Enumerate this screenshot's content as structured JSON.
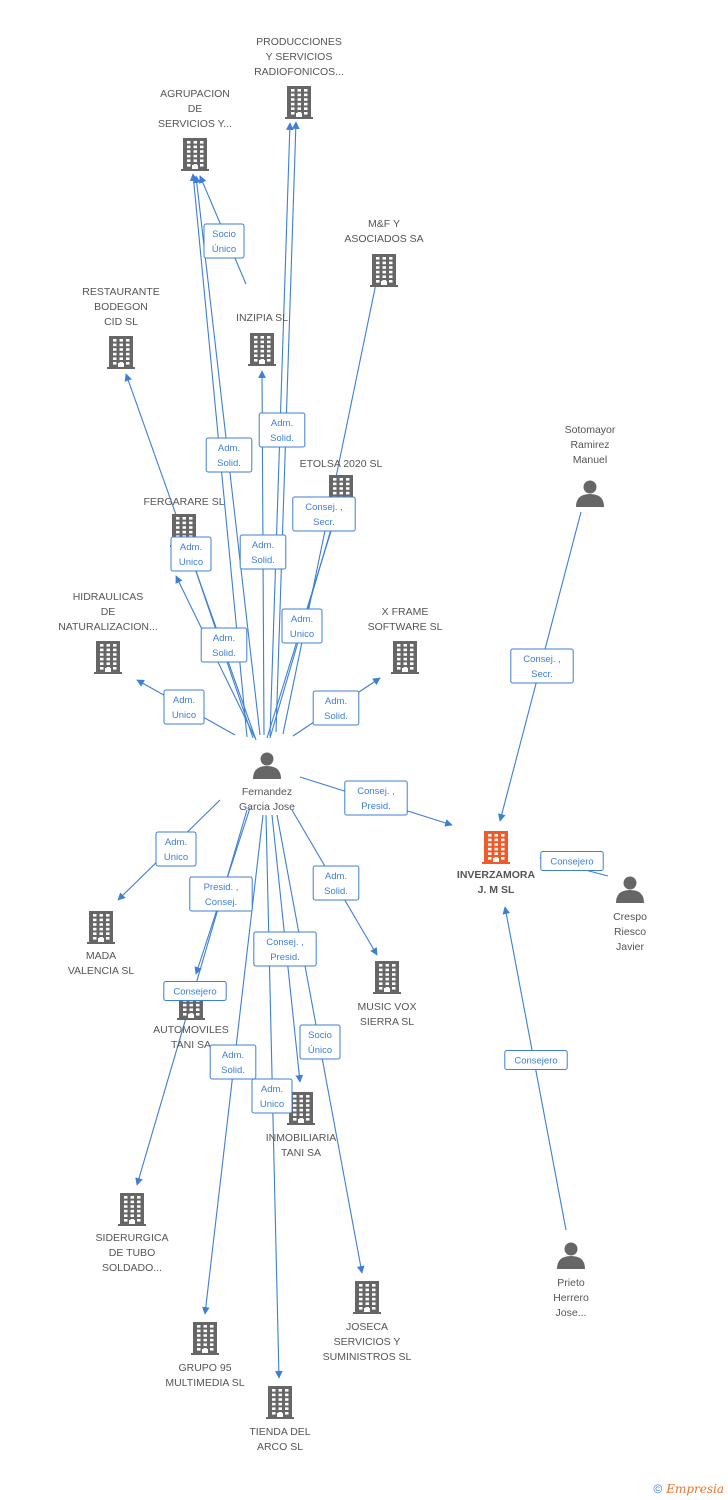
{
  "colors": {
    "edge": "#3d7fd4",
    "company": "#666666",
    "focus_company": "#f05a28",
    "person": "#666666",
    "text": "#555555"
  },
  "nodes": [
    {
      "id": "producciones",
      "type": "company",
      "lines": [
        "PRODUCCIONES",
        "Y SERVICIOS",
        "RADIOFONICOS..."
      ]
    },
    {
      "id": "agrupacion",
      "type": "company",
      "lines": [
        "AGRUPACION",
        "DE",
        "SERVICIOS Y..."
      ]
    },
    {
      "id": "mf",
      "type": "company",
      "lines": [
        "M&F Y",
        "ASOCIADOS SA"
      ]
    },
    {
      "id": "restaurante",
      "type": "company",
      "lines": [
        "RESTAURANTE",
        "BODEGON",
        "CID SL"
      ]
    },
    {
      "id": "inzipia",
      "type": "company",
      "lines": [
        "INZIPIA SL"
      ]
    },
    {
      "id": "etolsa",
      "type": "company",
      "lines": [
        "ETOLSA 2020 SL"
      ]
    },
    {
      "id": "fergarare",
      "type": "company",
      "lines": [
        "FERGARARE SL"
      ]
    },
    {
      "id": "hidraulicas",
      "type": "company",
      "lines": [
        "HIDRAULICAS",
        "DE",
        "NATURALIZACION..."
      ]
    },
    {
      "id": "xframe",
      "type": "company",
      "lines": [
        "X FRAME",
        "SOFTWARE SL"
      ]
    },
    {
      "id": "sotomayor",
      "type": "person",
      "lines": [
        "Sotomayor",
        "Ramirez",
        "Manuel"
      ]
    },
    {
      "id": "fernandez",
      "type": "person",
      "lines": [
        "Fernandez",
        "Garcia Jose"
      ]
    },
    {
      "id": "inverzamora",
      "type": "focus",
      "lines": [
        "INVERZAMORA",
        "J. M SL"
      ]
    },
    {
      "id": "crespo",
      "type": "person",
      "lines": [
        "Crespo",
        "Riesco",
        "Javier"
      ]
    },
    {
      "id": "mada",
      "type": "company",
      "lines": [
        "MADA",
        "VALENCIA SL"
      ]
    },
    {
      "id": "musicvox",
      "type": "company",
      "lines": [
        "MUSIC VOX",
        "SIERRA  SL"
      ]
    },
    {
      "id": "automoviles",
      "type": "company",
      "lines": [
        "AUTOMOVILES",
        "TANI SA"
      ]
    },
    {
      "id": "inmobiliaria",
      "type": "company",
      "lines": [
        "INMOBILIARIA",
        "TANI SA"
      ]
    },
    {
      "id": "siderurgica",
      "type": "company",
      "lines": [
        "SIDERURGICA",
        "DE TUBO",
        "SOLDADO..."
      ]
    },
    {
      "id": "prieto",
      "type": "person",
      "lines": [
        "Prieto",
        "Herrero",
        "Jose..."
      ]
    },
    {
      "id": "joseca",
      "type": "company",
      "lines": [
        "JOSECA",
        "SERVICIOS Y",
        "SUMINISTROS SL"
      ]
    },
    {
      "id": "grupo95",
      "type": "company",
      "lines": [
        "GRUPO 95",
        "MULTIMEDIA SL"
      ]
    },
    {
      "id": "tienda",
      "type": "company",
      "lines": [
        "TIENDA DEL",
        "ARCO SL"
      ]
    }
  ],
  "edges": [
    {
      "from": "fernandez",
      "to": "producciones",
      "lines": []
    },
    {
      "from": "fernandez",
      "to": "agrupacion",
      "lines": []
    },
    {
      "from": "inzipia",
      "to": "agrupacion",
      "lines": [
        "Socio",
        "Único"
      ]
    },
    {
      "from": "fernandez",
      "to": "mf",
      "lines": []
    },
    {
      "from": "fernandez",
      "to": "restaurante",
      "lines": []
    },
    {
      "from": "fernandez",
      "to": "inzipia",
      "lines": [
        "Adm.",
        "Solid."
      ]
    },
    {
      "from": "fernandez",
      "to": "agrupacion",
      "lines": [
        "Adm.",
        "Solid."
      ]
    },
    {
      "from": "fernandez",
      "to": "etolsa",
      "lines": [
        "Consej. ,",
        "Secr."
      ]
    },
    {
      "from": "fernandez",
      "to": "fergarare",
      "lines": [
        "Adm.",
        "Unico"
      ]
    },
    {
      "from": "fernandez",
      "to": "producciones",
      "lines": [
        "Adm.",
        "Solid."
      ]
    },
    {
      "from": "fernandez",
      "to": "mf",
      "lines": [
        "Adm.",
        "Unico"
      ]
    },
    {
      "from": "fernandez",
      "to": "restaurante",
      "lines": [
        "Adm.",
        "Solid."
      ]
    },
    {
      "from": "fernandez",
      "to": "hidraulicas",
      "lines": [
        "Adm.",
        "Unico"
      ]
    },
    {
      "from": "fernandez",
      "to": "xframe",
      "lines": [
        "Adm.",
        "Solid."
      ]
    },
    {
      "from": "sotomayor",
      "to": "inverzamora",
      "lines": [
        "Consej. ,",
        "Secr."
      ]
    },
    {
      "from": "fernandez",
      "to": "inverzamora",
      "lines": [
        "Consej. ,",
        "Presid."
      ]
    },
    {
      "from": "crespo",
      "to": "inverzamora",
      "lines": [
        "Consejero"
      ]
    },
    {
      "from": "fernandez",
      "to": "mada",
      "lines": [
        "Adm.",
        "Unico"
      ]
    },
    {
      "from": "fernandez",
      "to": "automoviles",
      "lines": [
        "Presid. ,",
        "Consej."
      ]
    },
    {
      "from": "fernandez",
      "to": "musicvox",
      "lines": [
        "Adm.",
        "Solid."
      ]
    },
    {
      "from": "fernandez",
      "to": "inmobiliaria",
      "lines": [
        "Consej. ,",
        "Presid."
      ]
    },
    {
      "from": "fernandez",
      "to": "siderurgica",
      "lines": [
        "Consejero"
      ]
    },
    {
      "from": "fernandez",
      "to": "joseca",
      "lines": [
        "Socio",
        "Único"
      ]
    },
    {
      "from": "fernandez",
      "to": "grupo95",
      "lines": [
        "Adm.",
        "Solid."
      ]
    },
    {
      "from": "fernandez",
      "to": "tienda",
      "lines": [
        "Adm.",
        "Unico"
      ]
    },
    {
      "from": "prieto",
      "to": "inverzamora",
      "lines": [
        "Consejero"
      ]
    }
  ],
  "footer": {
    "copyright": "©",
    "brand": "Empresia"
  }
}
